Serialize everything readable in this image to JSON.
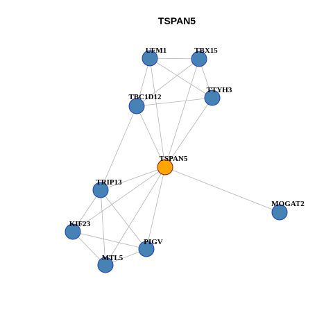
{
  "title": "TSPAN5",
  "colors": {
    "node_fill": "#4682b4",
    "node_stroke": "#1f3fbf",
    "center_fill": "#ffa500",
    "center_stroke": "#8b1a1a",
    "edge": "#b3b3b3"
  },
  "nodes": [
    {
      "id": "UFM1",
      "label": "UFM1",
      "center": false
    },
    {
      "id": "TBX15",
      "label": "TBX15",
      "center": false
    },
    {
      "id": "TTYH3",
      "label": "TTYH3",
      "center": false
    },
    {
      "id": "TBC1D12",
      "label": "TBC1D12",
      "center": false
    },
    {
      "id": "TSPAN5",
      "label": "TSPAN5",
      "center": true
    },
    {
      "id": "TRIP13",
      "label": "TRIP13",
      "center": false
    },
    {
      "id": "MOGAT2",
      "label": "MOGAT2",
      "center": false
    },
    {
      "id": "KIF23",
      "label": "KIF23",
      "center": false
    },
    {
      "id": "PIGV",
      "label": "PIGV",
      "center": false
    },
    {
      "id": "MTL5",
      "label": "MTL5",
      "center": false
    }
  ],
  "edges": [
    [
      "UFM1",
      "TBX15"
    ],
    [
      "UFM1",
      "TTYH3"
    ],
    [
      "UFM1",
      "TBC1D12"
    ],
    [
      "UFM1",
      "TSPAN5"
    ],
    [
      "TBX15",
      "TTYH3"
    ],
    [
      "TBX15",
      "TBC1D12"
    ],
    [
      "TBX15",
      "TSPAN5"
    ],
    [
      "TTYH3",
      "TBC1D12"
    ],
    [
      "TTYH3",
      "TSPAN5"
    ],
    [
      "TBC1D12",
      "TSPAN5"
    ],
    [
      "TBC1D12",
      "TRIP13"
    ],
    [
      "TSPAN5",
      "TRIP13"
    ],
    [
      "TSPAN5",
      "MOGAT2"
    ],
    [
      "TSPAN5",
      "KIF23"
    ],
    [
      "TSPAN5",
      "PIGV"
    ],
    [
      "TSPAN5",
      "MTL5"
    ],
    [
      "TRIP13",
      "KIF23"
    ],
    [
      "TRIP13",
      "PIGV"
    ],
    [
      "TRIP13",
      "MTL5"
    ],
    [
      "KIF23",
      "PIGV"
    ],
    [
      "KIF23",
      "MTL5"
    ],
    [
      "MTL5",
      "PIGV"
    ]
  ]
}
